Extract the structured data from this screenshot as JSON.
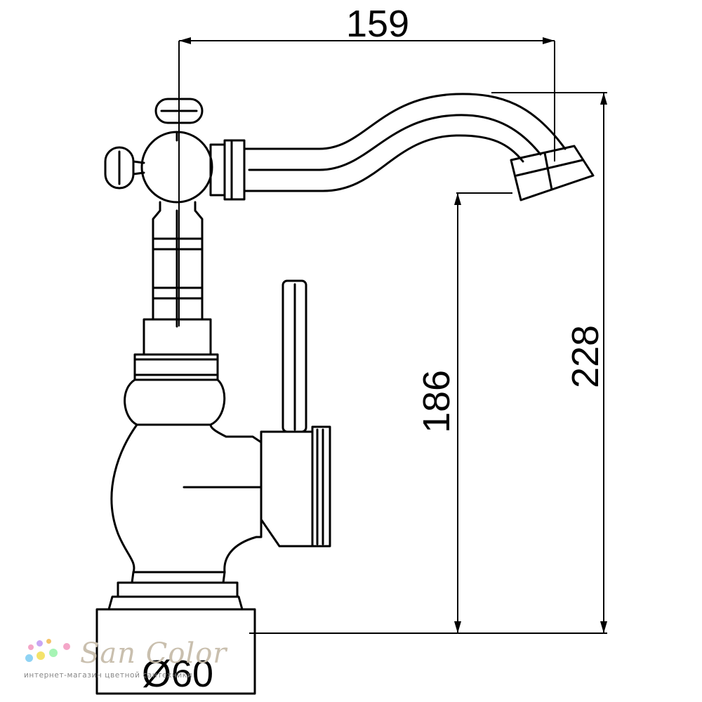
{
  "drawing": {
    "dimensions": {
      "width_label": "159",
      "height_total_label": "228",
      "height_spout_label": "186",
      "base_diameter_label": "Ø60"
    }
  },
  "watermark": {
    "brand": "San Color",
    "tagline": "интернет-магазин цветной сантехники",
    "dot_colors": [
      "#f4a6c8",
      "#c9a6f4",
      "#f4e36a",
      "#8fd3f4",
      "#a6f4b4",
      "#f4c36a"
    ]
  }
}
